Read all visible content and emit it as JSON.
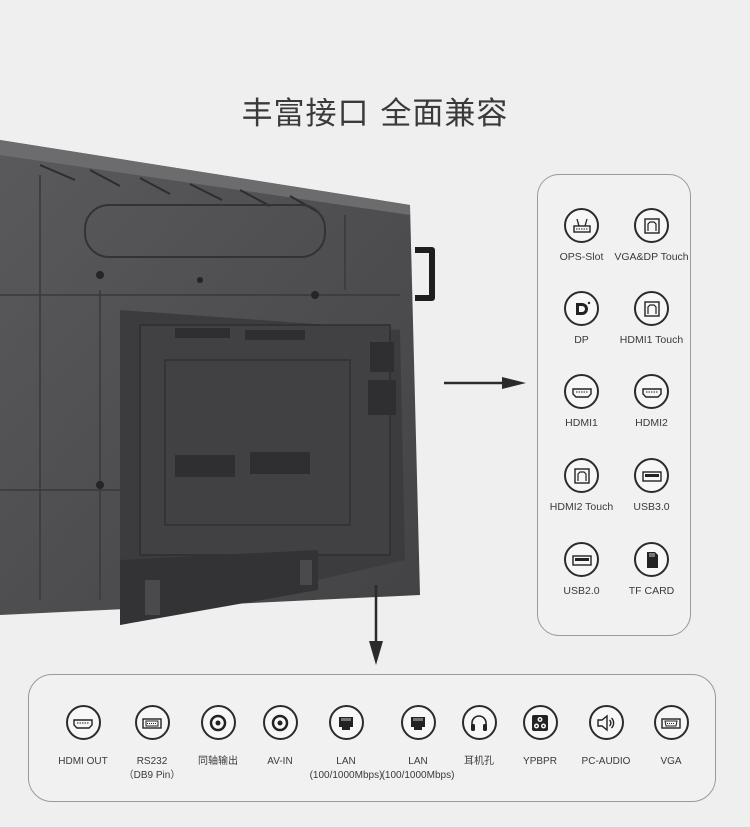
{
  "title": "丰富接口  全面兼容",
  "side_ports": [
    {
      "label": "OPS-Slot",
      "icon": "ops-slot-icon"
    },
    {
      "label": "VGA&DP Touch",
      "icon": "usb-b-icon"
    },
    {
      "label": "DP",
      "icon": "displayport-icon"
    },
    {
      "label": "HDMI1 Touch",
      "icon": "usb-b-icon"
    },
    {
      "label": "HDMI1",
      "icon": "hdmi-icon"
    },
    {
      "label": "HDMI2",
      "icon": "hdmi-icon"
    },
    {
      "label": "HDMI2 Touch",
      "icon": "usb-b-icon"
    },
    {
      "label": "USB3.0",
      "icon": "usb-a-icon"
    },
    {
      "label": "USB2.0",
      "icon": "usb-a-icon"
    },
    {
      "label": "TF CARD",
      "icon": "sd-card-icon"
    }
  ],
  "bottom_ports": [
    {
      "label": "HDMI OUT",
      "sub": "",
      "icon": "hdmi-icon"
    },
    {
      "label": "RS232",
      "sub": "（DB9 Pin）",
      "icon": "db9-icon"
    },
    {
      "label": "同轴输出",
      "sub": "",
      "icon": "coaxial-icon"
    },
    {
      "label": "AV-IN",
      "sub": "",
      "icon": "coaxial-icon"
    },
    {
      "label": "LAN",
      "sub": "(100/1000Mbps)",
      "icon": "ethernet-icon"
    },
    {
      "label": "LAN",
      "sub": "(100/1000Mbps)",
      "icon": "ethernet-icon"
    },
    {
      "label": "耳机孔",
      "sub": "",
      "icon": "headphone-icon"
    },
    {
      "label": "YPBPR",
      "sub": "",
      "icon": "component-video-icon"
    },
    {
      "label": "PC-AUDIO",
      "sub": "",
      "icon": "speaker-icon"
    },
    {
      "label": "VGA",
      "sub": "",
      "icon": "vga-icon"
    }
  ]
}
